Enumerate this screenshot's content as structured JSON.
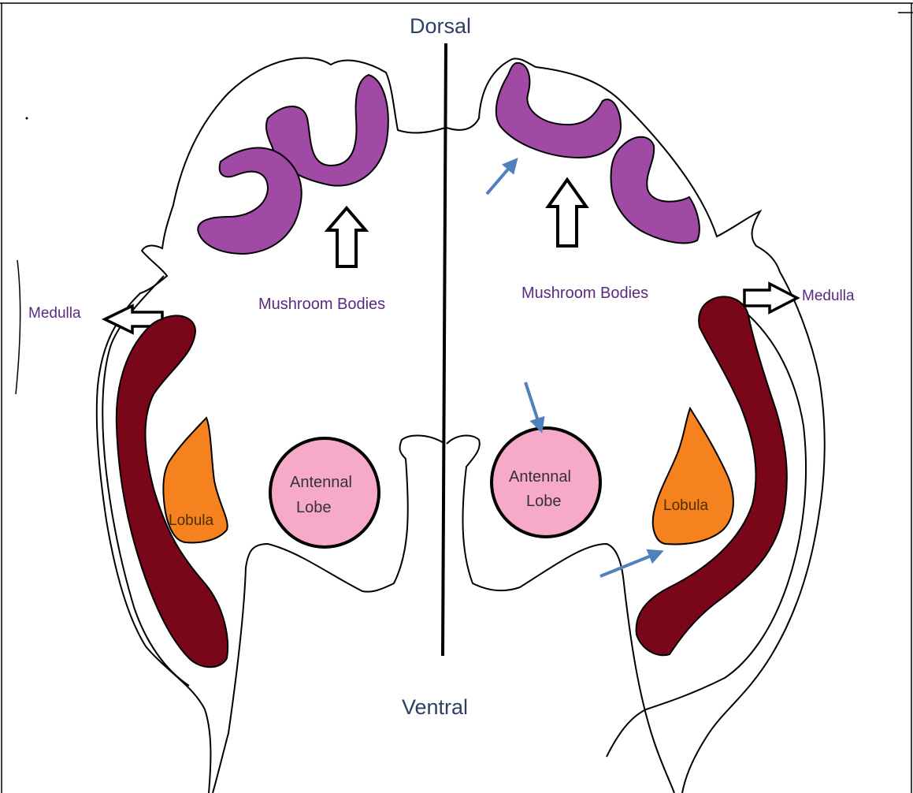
{
  "labels": {
    "dorsal": "Dorsal",
    "ventral": "Ventral",
    "mushroom_left": "Mushroom Bodies",
    "mushroom_right": "Mushroom Bodies",
    "medulla_left": "Medulla",
    "medulla_right": "Medulla",
    "antennal_left_line1": "Antennal",
    "antennal_left_line2": "Lobe",
    "antennal_right_line1": "Antennal",
    "antennal_right_line2": "Lobe",
    "lobula_left": "Lobula",
    "lobula_right": "Lobula"
  },
  "colors": {
    "outline": "#000000",
    "mushroom_body": "#a04aa6",
    "medulla": "#7a0619",
    "lobula": "#f5811f",
    "antennal_lobe": "#f7a9c8",
    "pointer_arrow": "#4f81bd",
    "background": "#ffffff"
  }
}
